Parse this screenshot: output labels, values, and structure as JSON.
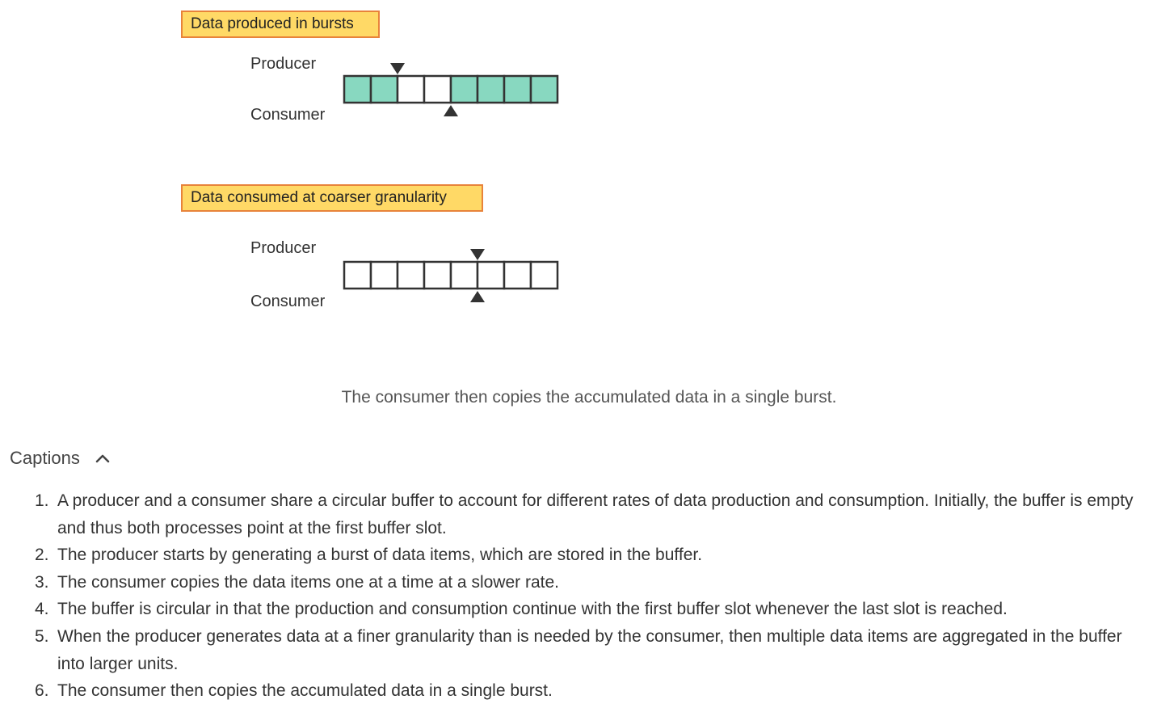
{
  "diagram": {
    "panels": [
      {
        "title": "Data produced in bursts",
        "producer_label": "Producer",
        "consumer_label": "Consumer",
        "filled_slots": [
          true,
          true,
          false,
          false,
          true,
          true,
          true,
          true
        ],
        "producer_slot_boundary": 2,
        "consumer_slot_boundary": 4
      },
      {
        "title": "Data consumed at coarser granularity",
        "producer_label": "Producer",
        "consumer_label": "Consumer",
        "filled_slots": [
          false,
          false,
          false,
          false,
          false,
          false,
          false,
          false
        ],
        "producer_slot_boundary": 5,
        "consumer_slot_boundary": 5
      }
    ],
    "colors": {
      "filled": "#88d8c0",
      "empty": "#ffffff",
      "badge_fill": "#ffd966",
      "badge_border": "#e8833a"
    }
  },
  "current_caption": "The consumer then copies the accumulated data in a single burst.",
  "captions": {
    "toggle_label": "Captions",
    "toggle_icon": "chevron-up-icon",
    "items": [
      {
        "num": "1.",
        "text": "A producer and a consumer share a circular buffer to account for different rates of data production and consumption. Initially, the buffer is empty and thus both processes point at the first buffer slot."
      },
      {
        "num": "2.",
        "text": "The producer starts by generating a burst of data items, which are stored in the buffer."
      },
      {
        "num": "3.",
        "text": "The consumer copies the data items one at a time at a slower rate."
      },
      {
        "num": "4.",
        "text": "The buffer is circular in that the production and consumption continue with the first buffer slot whenever the last slot is reached."
      },
      {
        "num": "5.",
        "text": "When the producer generates data at a finer granularity than is needed by the consumer, then multiple data items are aggregated in the buffer into larger units."
      },
      {
        "num": "6.",
        "text": "The consumer then copies the accumulated data in a single burst."
      }
    ]
  }
}
